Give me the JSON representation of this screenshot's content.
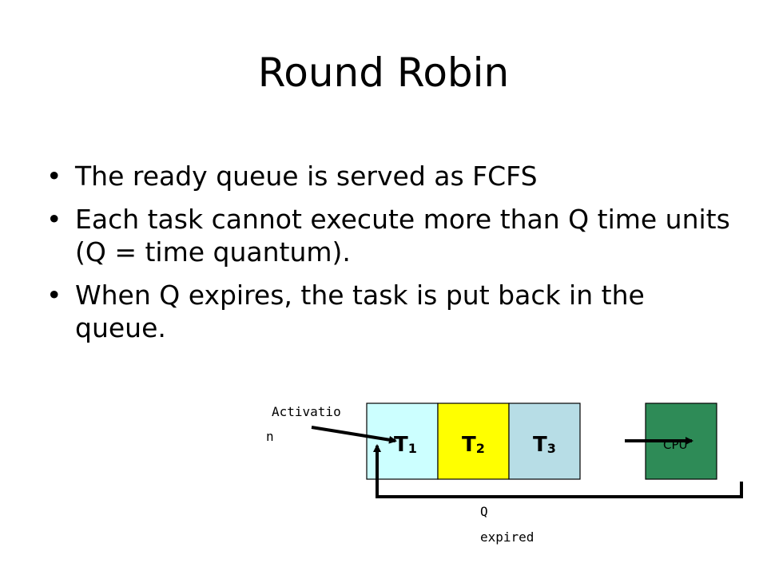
{
  "slide": {
    "title": "Round Robin",
    "bullets": [
      "The ready queue is served as FCFS",
      "Each task cannot execute more than Q time units (Q = time quantum).",
      "When Q expires, the task is put back in the queue."
    ]
  },
  "diagram": {
    "activation_label_line1": "Activatio",
    "activation_label_line2": "n",
    "tasks": [
      {
        "letter": "T",
        "index": "1",
        "color": "#ccffff"
      },
      {
        "letter": "T",
        "index": "2",
        "color": "#ffff00"
      },
      {
        "letter": "T",
        "index": "3",
        "color": "#b7dde6"
      }
    ],
    "cpu_label": "CPU",
    "cpu_color": "#2e8b57",
    "q_expired_line1": "Q",
    "q_expired_line2": "expired"
  }
}
